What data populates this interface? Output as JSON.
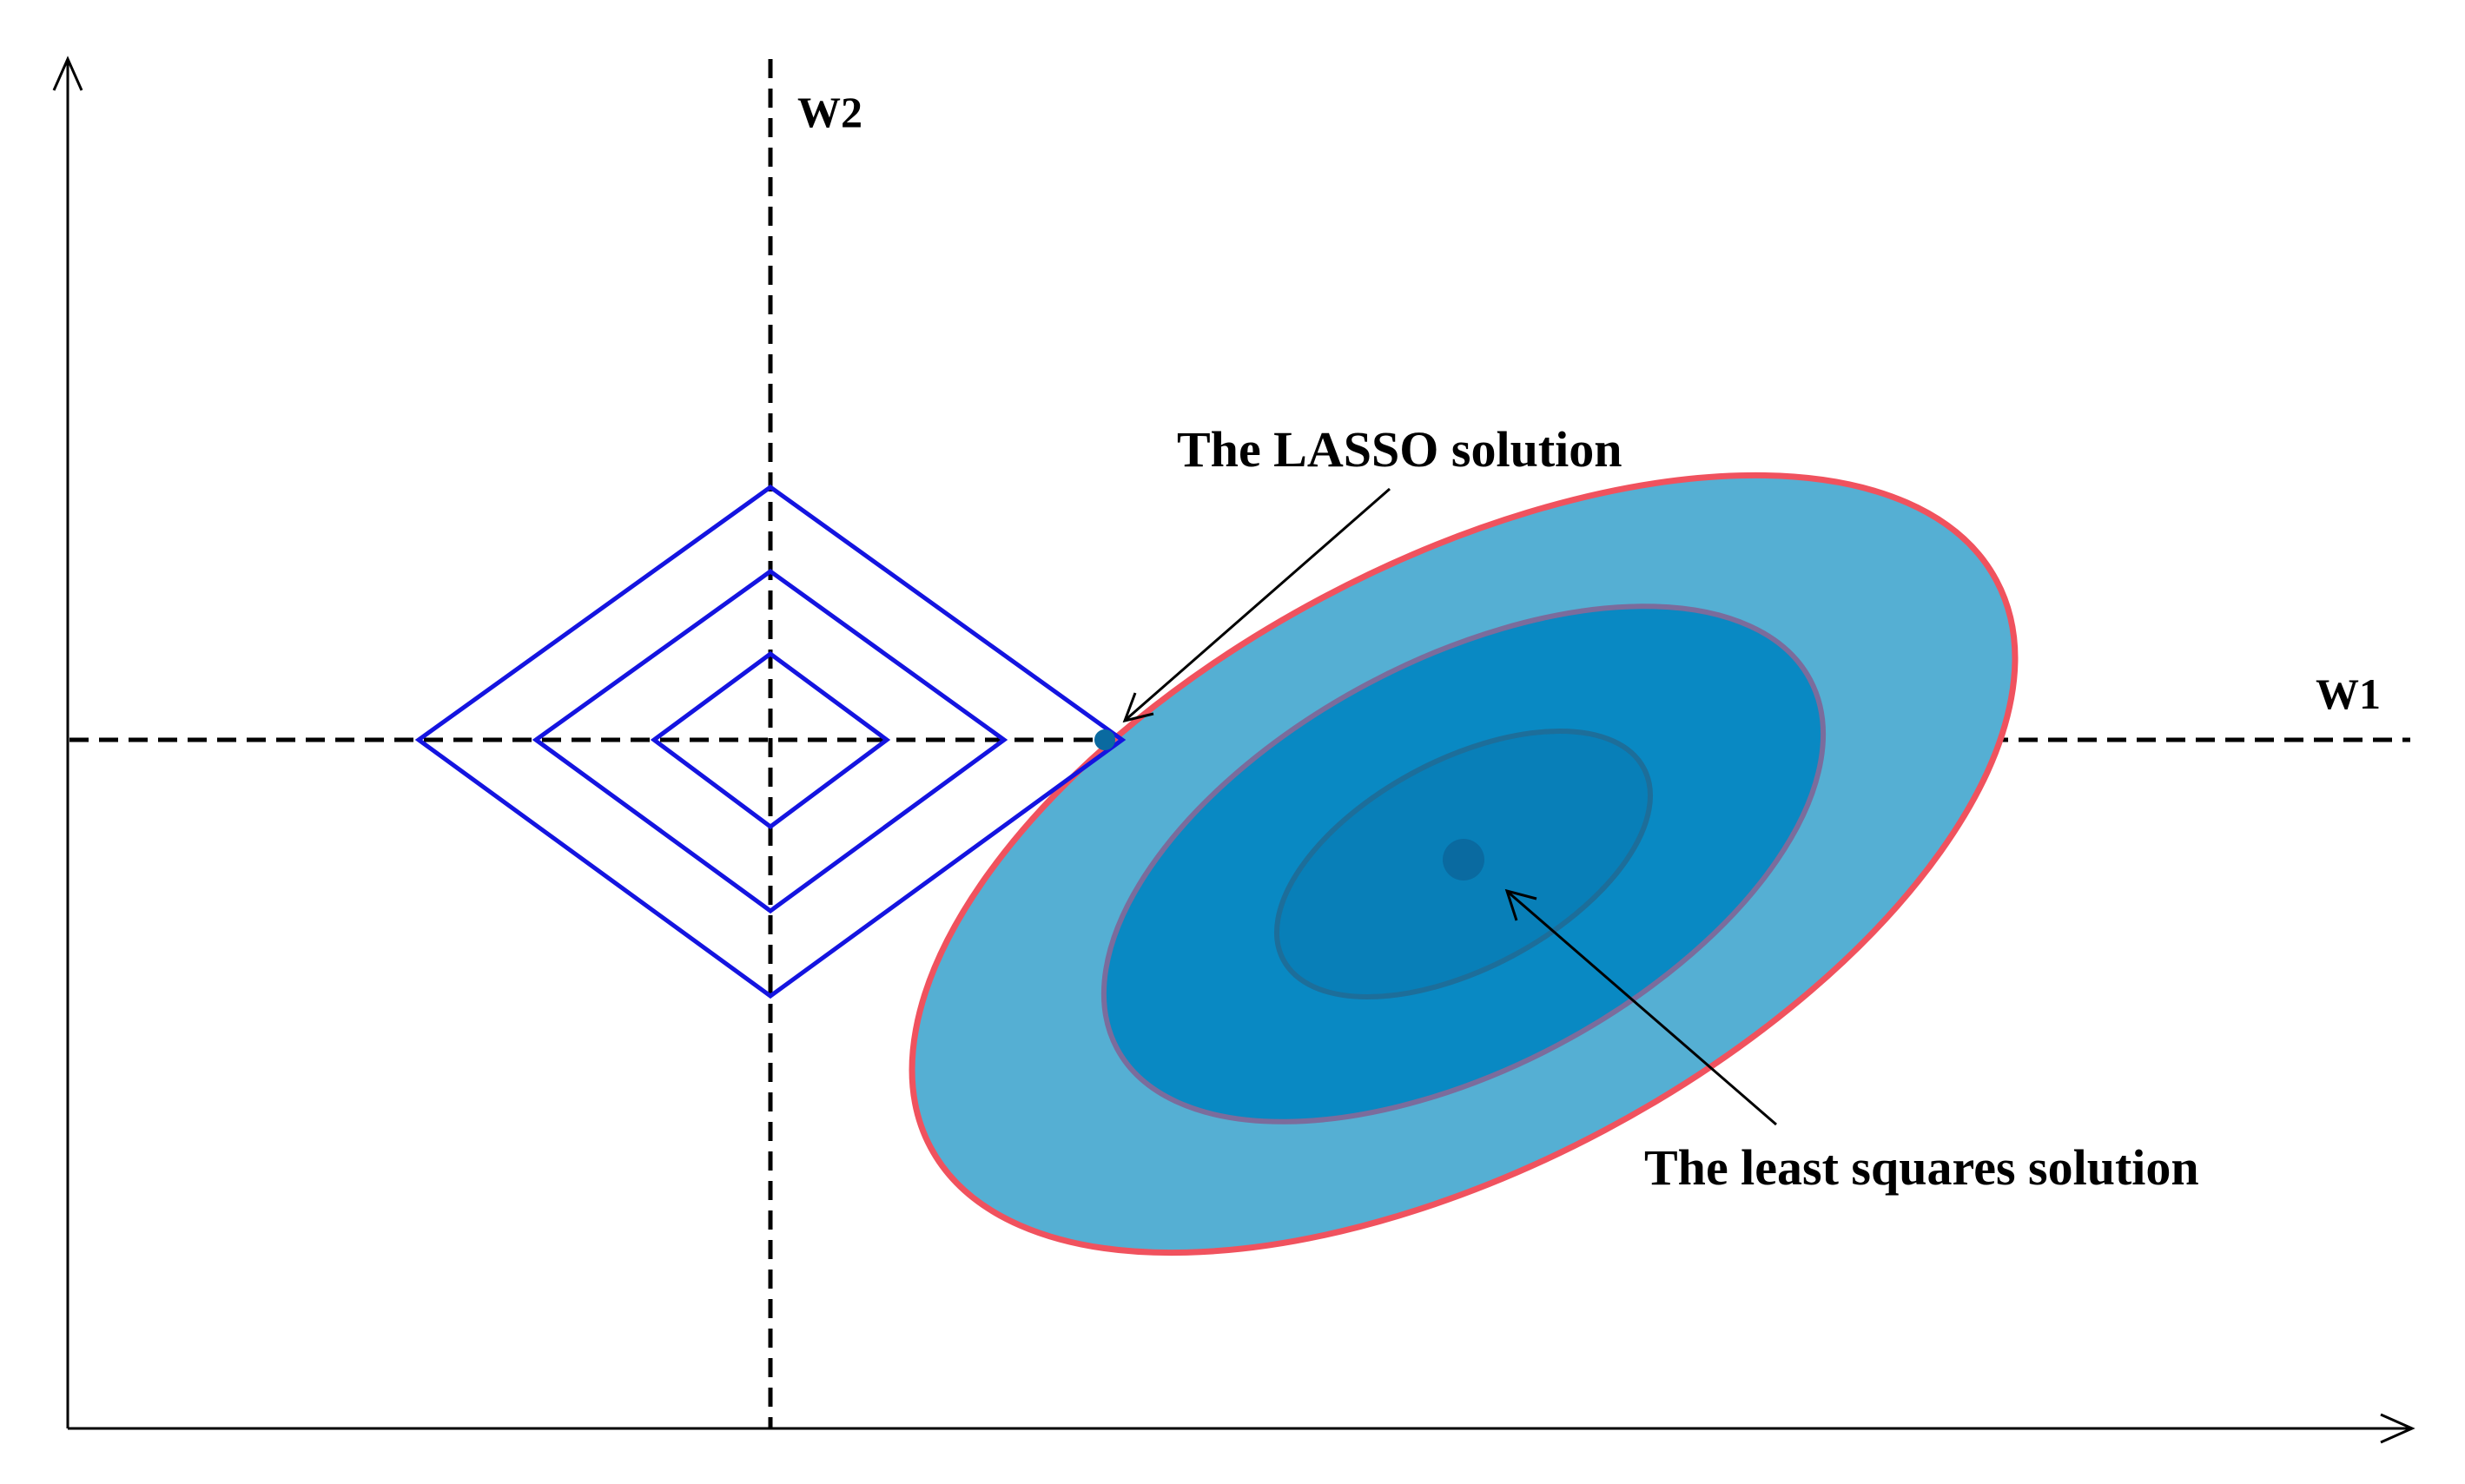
{
  "labels": {
    "w2_axis": "W2",
    "w1_axis": "W1",
    "lasso": "The LASSO solution",
    "least_squares": "The least squares solution"
  },
  "colors": {
    "background": "#ffffff",
    "axis": "#000000",
    "diamond_stroke": "#1414e0",
    "ellipse_outer_fill": "#55afd3",
    "ellipse_outer_stroke": "#f0525e",
    "ellipse_mid_fill": "#0989c3",
    "ellipse_mid_stroke": "#7b6c9c",
    "ellipse_inner_fill": "#087fb8",
    "ellipse_inner_stroke": "#1d6e9a",
    "solution_point": "#0a6aa0"
  },
  "diagram": {
    "diamond_count": 3,
    "ellipse_count": 3,
    "arrowheads": "open"
  }
}
